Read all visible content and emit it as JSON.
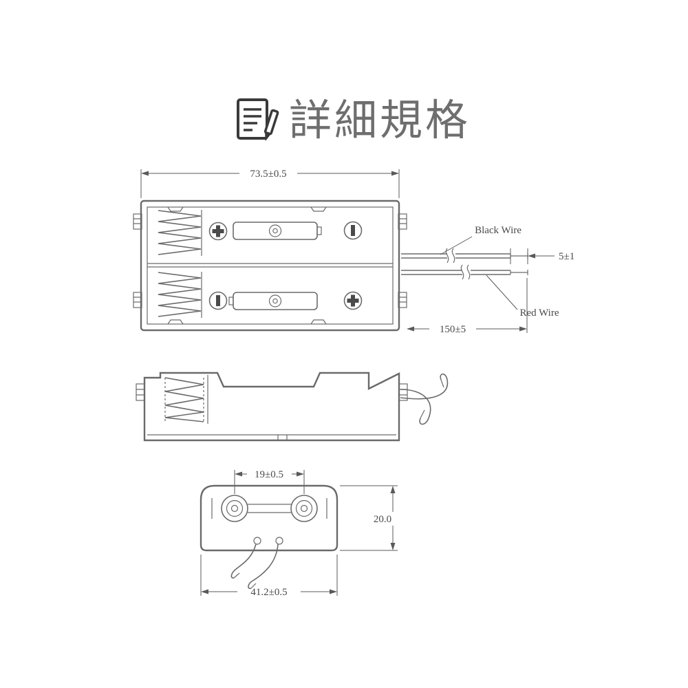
{
  "page": {
    "title": "詳細規格"
  },
  "colors": {
    "line": "#6a6a6a",
    "title": "#6e6e6e",
    "dim_text": "#4a4a4a"
  },
  "drawing": {
    "top_view": {
      "width_dim": "73.5±0.5",
      "black_wire_label": "Black Wire",
      "red_wire_label": "Red Wire",
      "strip_dim": "5±1",
      "wire_length_dim": "150±5"
    },
    "bottom_view": {
      "hole_spacing_dim": "19±0.5",
      "height_dim": "20.0",
      "width_dim": "41.2±0.5"
    }
  }
}
